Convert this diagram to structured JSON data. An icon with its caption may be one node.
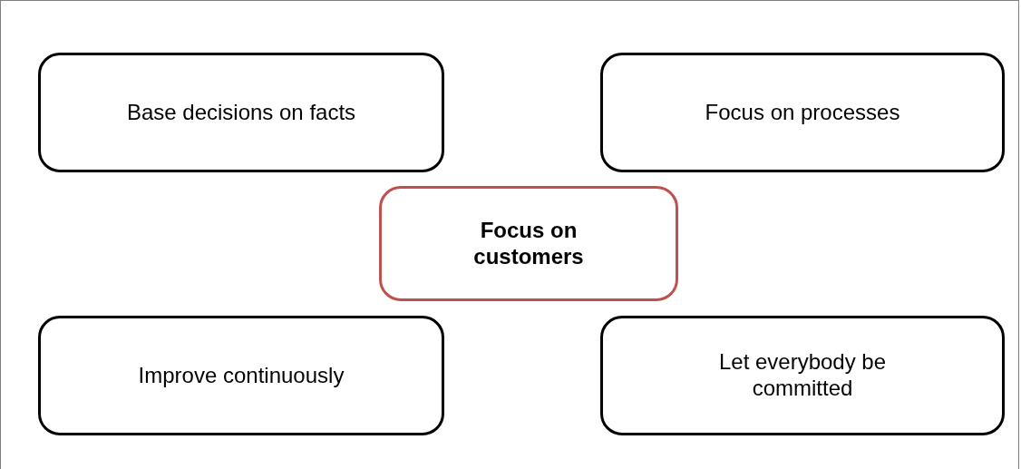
{
  "diagram": {
    "nodes": [
      {
        "text": [
          "Base decisions on facts"
        ]
      },
      {
        "text": [
          "Focus on processes"
        ]
      },
      {
        "text": [
          "Focus on customers"
        ]
      },
      {
        "text": [
          "Improve continuously"
        ]
      },
      {
        "text": [
          "Let everybody be committed"
        ]
      }
    ]
  }
}
